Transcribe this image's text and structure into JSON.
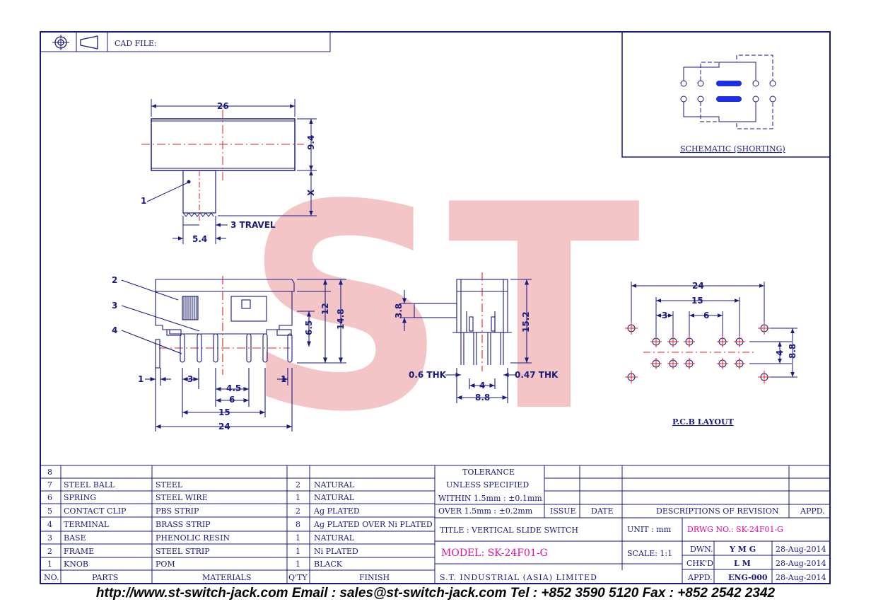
{
  "cad_file_label": "CAD FILE:",
  "schematic_label": "SCHEMATIC (SHORTING)",
  "pcb_layout_label": "P.C.B LAYOUT",
  "watermark": "ST",
  "dimensions": {
    "top_width": "26",
    "height_body": "9.4",
    "stem_height": "X",
    "travel": "3 TRAVEL",
    "stem_width": "5.4",
    "side_height_12": "12",
    "side_height_14_8": "14.8",
    "side_height_6_5": "6.5",
    "pitch_1_left": "1",
    "pitch_3": "3",
    "pitch_4_5": "4.5",
    "pitch_1_right": "1",
    "pitch_6": "6",
    "pitch_15": "15",
    "pitch_24": "24",
    "end_3_8": "3.8",
    "end_15_2": "15.2",
    "thk_0_6": "0.6 THK",
    "thk_0_47": "0.47 THK",
    "end_4": "4",
    "end_8_8": "8.8",
    "pcb_24": "24",
    "pcb_15": "15",
    "pcb_3": "3",
    "pcb_6": "6",
    "pcb_4": "4",
    "pcb_8_8": "8.8"
  },
  "callouts": [
    "1",
    "2",
    "3",
    "4"
  ],
  "bom": {
    "rows": [
      {
        "no": "8",
        "part": "",
        "material": "",
        "qty": "",
        "finish": ""
      },
      {
        "no": "7",
        "part": "STEEL BALL",
        "material": "STEEL",
        "qty": "2",
        "finish": "NATURAL"
      },
      {
        "no": "6",
        "part": "SPRING",
        "material": "STEEL WIRE",
        "qty": "1",
        "finish": "NATURAL"
      },
      {
        "no": "5",
        "part": "CONTACT CLIP",
        "material": "PBS STRIP",
        "qty": "2",
        "finish": "Ag PLATED"
      },
      {
        "no": "4",
        "part": "TERMINAL",
        "material": "BRASS STRIP",
        "qty": "8",
        "finish": "Ag PLATED OVER Ni PLATED"
      },
      {
        "no": "3",
        "part": "BASE",
        "material": "PHENOLIC RESIN",
        "qty": "1",
        "finish": "NATURAL"
      },
      {
        "no": "2",
        "part": "FRAME",
        "material": "STEEL STRIP",
        "qty": "1",
        "finish": "Ni PLATED"
      },
      {
        "no": "1",
        "part": "KNOB",
        "material": "POM",
        "qty": "1",
        "finish": "BLACK"
      }
    ],
    "headers": {
      "no": "NO.",
      "part": "PARTS",
      "material": "MATERIALS",
      "qty": "Q'TY",
      "finish": "FINISH"
    }
  },
  "tolerance": {
    "title1": "TOLERANCE",
    "title2": "UNLESS   SPECIFIED",
    "within": "WITHIN  1.5mm : ±0.1mm",
    "over": "OVER   1.5mm  : ±0.2mm"
  },
  "revision_headers": {
    "issue": "ISSUE",
    "date": "DATE",
    "desc": "DESCRIPTIONS OF REVISION",
    "appd": "APPD."
  },
  "title_block": {
    "title": "TITLE : VERTICAL SLIDE SWITCH",
    "unit": "UNIT :  mm",
    "drwg": "DRWG NO.: SK-24F01-G",
    "model": "MODEL: SK-24F01-G",
    "scale": "SCALE:  1:1",
    "company": "S.T. INDUSTRIAL (ASIA) LIMITED",
    "dwn_label": "DWN.",
    "dwn_val": "Y M G",
    "dwn_date": "28-Aug-2014",
    "chkd_label": "CHK'D",
    "chkd_val": "L M",
    "chkd_date": "28-Aug-2014",
    "appd_label": "APPD.",
    "appd_val": "ENG-000",
    "appd_date": "28-Aug-2014"
  },
  "footer": "http://www.st-switch-jack.com  Email : sales@st-switch-jack.com  Tel : +852 3590 5120  Fax : +852 2542 2342",
  "colors": {
    "frame": "#1a1a80",
    "accent": "#e0109a",
    "watermark": "#f2a8a0",
    "contact": "#1e2ee6",
    "centerline": "#e02020"
  }
}
